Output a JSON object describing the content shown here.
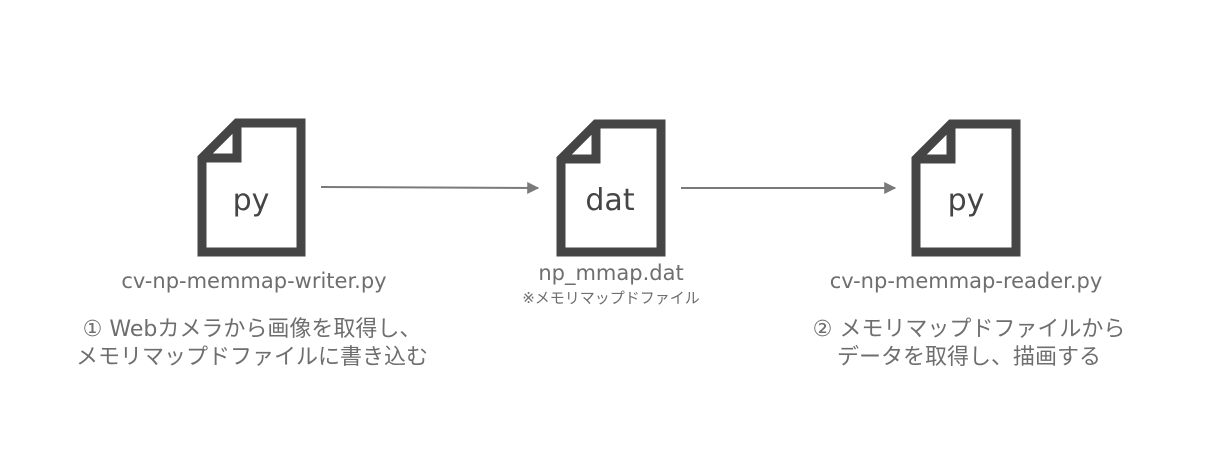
{
  "colors": {
    "icon": "#454545",
    "text": "#6e6e6e",
    "arrow": "#7a7a7a",
    "background": "#ffffff"
  },
  "icons": {
    "writer": "file-icon",
    "data": "file-icon",
    "reader": "file-icon"
  },
  "nodes": {
    "writer": {
      "ext": "py",
      "filename": "cv-np-memmap-writer.py",
      "desc_line1": "① Webカメラから画像を取得し、",
      "desc_line2": "メモリマップドファイルに書き込む"
    },
    "data": {
      "ext": "dat",
      "filename": "np_mmap.dat",
      "note": "※メモリマップドファイル"
    },
    "reader": {
      "ext": "py",
      "filename": "cv-np-memmap-reader.py",
      "desc_line1": "② メモリマップドファイルから",
      "desc_line2": "データを取得し、描画する"
    }
  }
}
